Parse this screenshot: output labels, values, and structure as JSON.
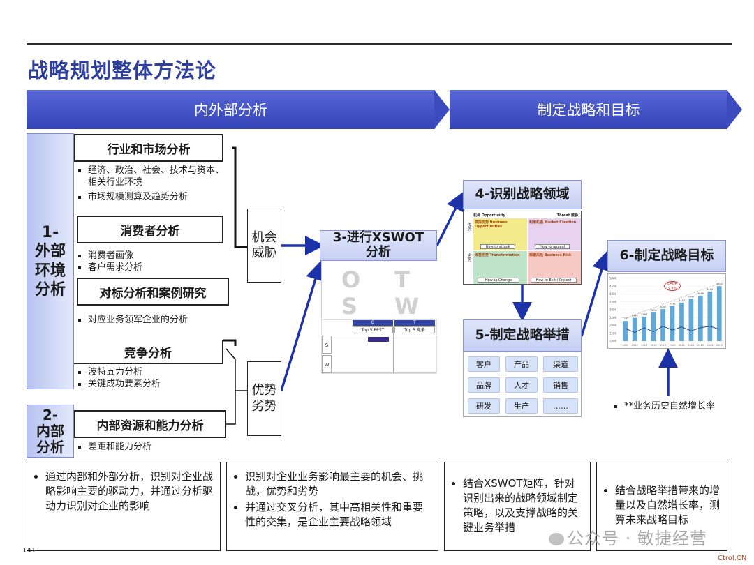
{
  "title": "战略规划整体方法论",
  "bands": {
    "left": "内外部分析",
    "right": "制定战略和目标"
  },
  "sidebars": {
    "external": "1-\n外部\n环境\n分析",
    "internal": "2-\n内部\n分析"
  },
  "sections": {
    "industry": {
      "title": "行业和市场分析",
      "bullets": [
        "经济、政治、社会、技术与资本、相关行业环境",
        "市场规模测算及趋势分析"
      ]
    },
    "consumer": {
      "title": "消费者分析",
      "bullets": [
        "消费者画像",
        "客户需求分析"
      ]
    },
    "benchmark": {
      "title": "对标分析和案例研究",
      "bullets": [
        "对应业务领军企业的分析"
      ]
    },
    "competition": {
      "title": "竞争分析",
      "bullets": [
        "波特五力分析",
        "关键成功要素分析"
      ]
    },
    "internal": {
      "title": "内部资源和能力分析",
      "bullets": [
        "差距和能力分析"
      ]
    }
  },
  "mid_boxes": {
    "opportunity": "机会\n威胁",
    "strength": "优势\n劣势"
  },
  "steps": {
    "s3": "3-进行XSWOT\n分析",
    "s4": "4-识别战略领域",
    "s5": "5-制定战略举措",
    "s6": "6-制定战略目标"
  },
  "swot_letters": [
    "O",
    "T",
    "S",
    "W"
  ],
  "mini_table": {
    "headers": [
      "O",
      "T"
    ],
    "sub": [
      "Top 5 PEST",
      "Top 5 竞争"
    ],
    "rows": [
      "S",
      "W"
    ]
  },
  "matrix": {
    "top_left": "机会 Opportunity",
    "top_right": "Threat 威胁",
    "left_top": "优势",
    "left_bottom": "劣势",
    "q1_title": "发挥优势 Business Opportunities",
    "q2_title": "利用机遇 Market Creation",
    "q3_title": "改善劣势 Transformation",
    "q4_title": "规避风险 Business Risk",
    "q1_btn": "How to attack",
    "q2_btn": "How to appeal",
    "q3_btn": "How to Change",
    "q4_btn": "How to Exit / Protect"
  },
  "tags": [
    "客户",
    "产品",
    "渠道",
    "品牌",
    "人才",
    "销售",
    "研发",
    "生产",
    "……"
  ],
  "growth_chart": {
    "cagr_label": "CAGR",
    "cagr_value": "7.9%",
    "values": [
      2282,
      2480,
      2563,
      2820,
      3042,
      3248,
      3453,
      3697,
      3896,
      4160,
      4502
    ],
    "value_labels": [
      "2282",
      "2480",
      "2563",
      "2820",
      "3042",
      "3248",
      "3453",
      "3697",
      "3896",
      "4160",
      "4502"
    ],
    "years": [
      "2015",
      "2016",
      "2017",
      "2018",
      "2019",
      "2020",
      "2021",
      "2022",
      "2023",
      "2024",
      "2025"
    ],
    "yticks": [
      "5000",
      "4500",
      "4000",
      "3500",
      "3000",
      "2500",
      "2000",
      "1500",
      "1000"
    ],
    "line": [
      1800,
      1550,
      1850,
      1600,
      1950,
      1700,
      1900,
      1650,
      1850,
      1950,
      1750
    ],
    "ylim": [
      1000,
      5000
    ]
  },
  "chart_note": "**业务历史自然增长率",
  "bottom_notes": [
    "通过内部和外部分析，识别对企业战略影响主要的驱动力，并通过分析驱动力识别对企业的影响",
    "识别对企业业务影响最主要的机会、挑战，优势和劣势",
    "并通过交叉分析，其中高相关性和重要性的交集，是企业主要战略领域",
    "结合XSWOT矩阵，针对识别出来的战略领域制定策略，以及支撑战略的关键业务举措",
    "结合战略举措带来的增量以及自然增长率，测算未来战略目标"
  ],
  "page_number": "141",
  "watermark": "公众号 · 敏捷经营",
  "source": "Ctrol.CN",
  "colors": {
    "brand": "#3444b8",
    "arrow": "#1e32a8",
    "title": "#2f3f9e"
  }
}
